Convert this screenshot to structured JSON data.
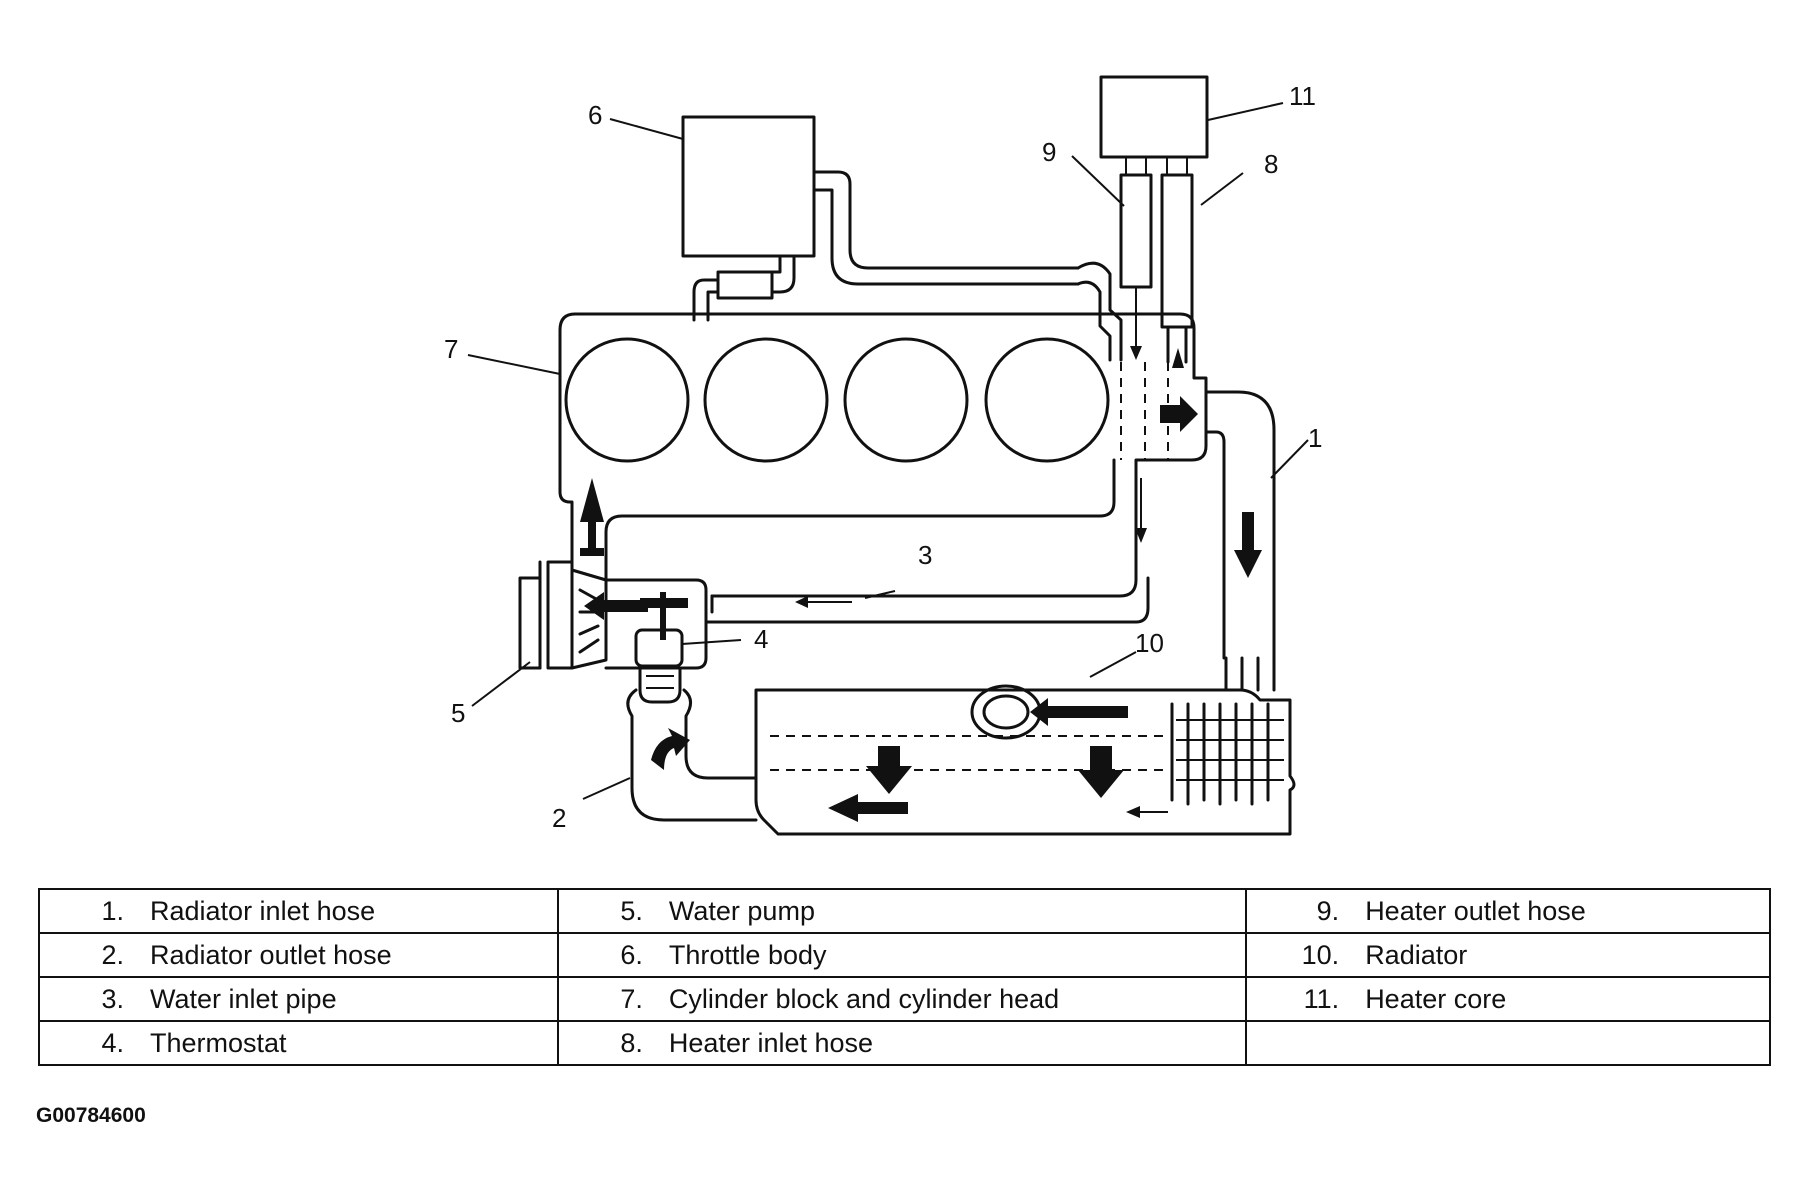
{
  "callouts": [
    "1",
    "2",
    "3",
    "4",
    "5",
    "6",
    "7",
    "8",
    "9",
    "10",
    "11"
  ],
  "legend": {
    "rows": [
      [
        {
          "num": "1.",
          "label": "Radiator inlet hose"
        },
        {
          "num": "5.",
          "label": "Water pump"
        },
        {
          "num": "9.",
          "label": "Heater outlet hose"
        }
      ],
      [
        {
          "num": "2.",
          "label": "Radiator outlet hose"
        },
        {
          "num": "6.",
          "label": "Throttle body"
        },
        {
          "num": "10.",
          "label": "Radiator"
        }
      ],
      [
        {
          "num": "3.",
          "label": "Water inlet pipe"
        },
        {
          "num": "7.",
          "label": "Cylinder block and cylinder head"
        },
        {
          "num": "11.",
          "label": "Heater core"
        }
      ],
      [
        {
          "num": "4.",
          "label": "Thermostat"
        },
        {
          "num": "8.",
          "label": "Heater inlet hose"
        },
        {
          "num": "",
          "label": ""
        }
      ]
    ]
  },
  "figure_code": "G00784600"
}
